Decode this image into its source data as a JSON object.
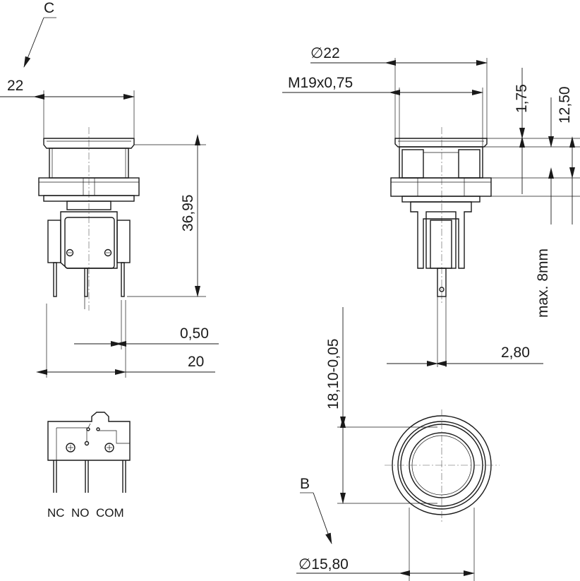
{
  "labels": {
    "view_c": "C",
    "view_b": "B",
    "dim_front_width": "22",
    "dim_height": "36,95",
    "dim_pin": "0,50",
    "dim_pin_span": "20",
    "dim_diameter": "22",
    "dim_thread": "M19x0,75",
    "dim_collar": "1,75",
    "dim_panel": "12,50",
    "dim_max": "max. 8mm",
    "dim_pin_width": "2,80",
    "dim_cutout": "18,10-0,05",
    "dim_hole": "15,80",
    "terminals": "NC  NO  COM"
  }
}
